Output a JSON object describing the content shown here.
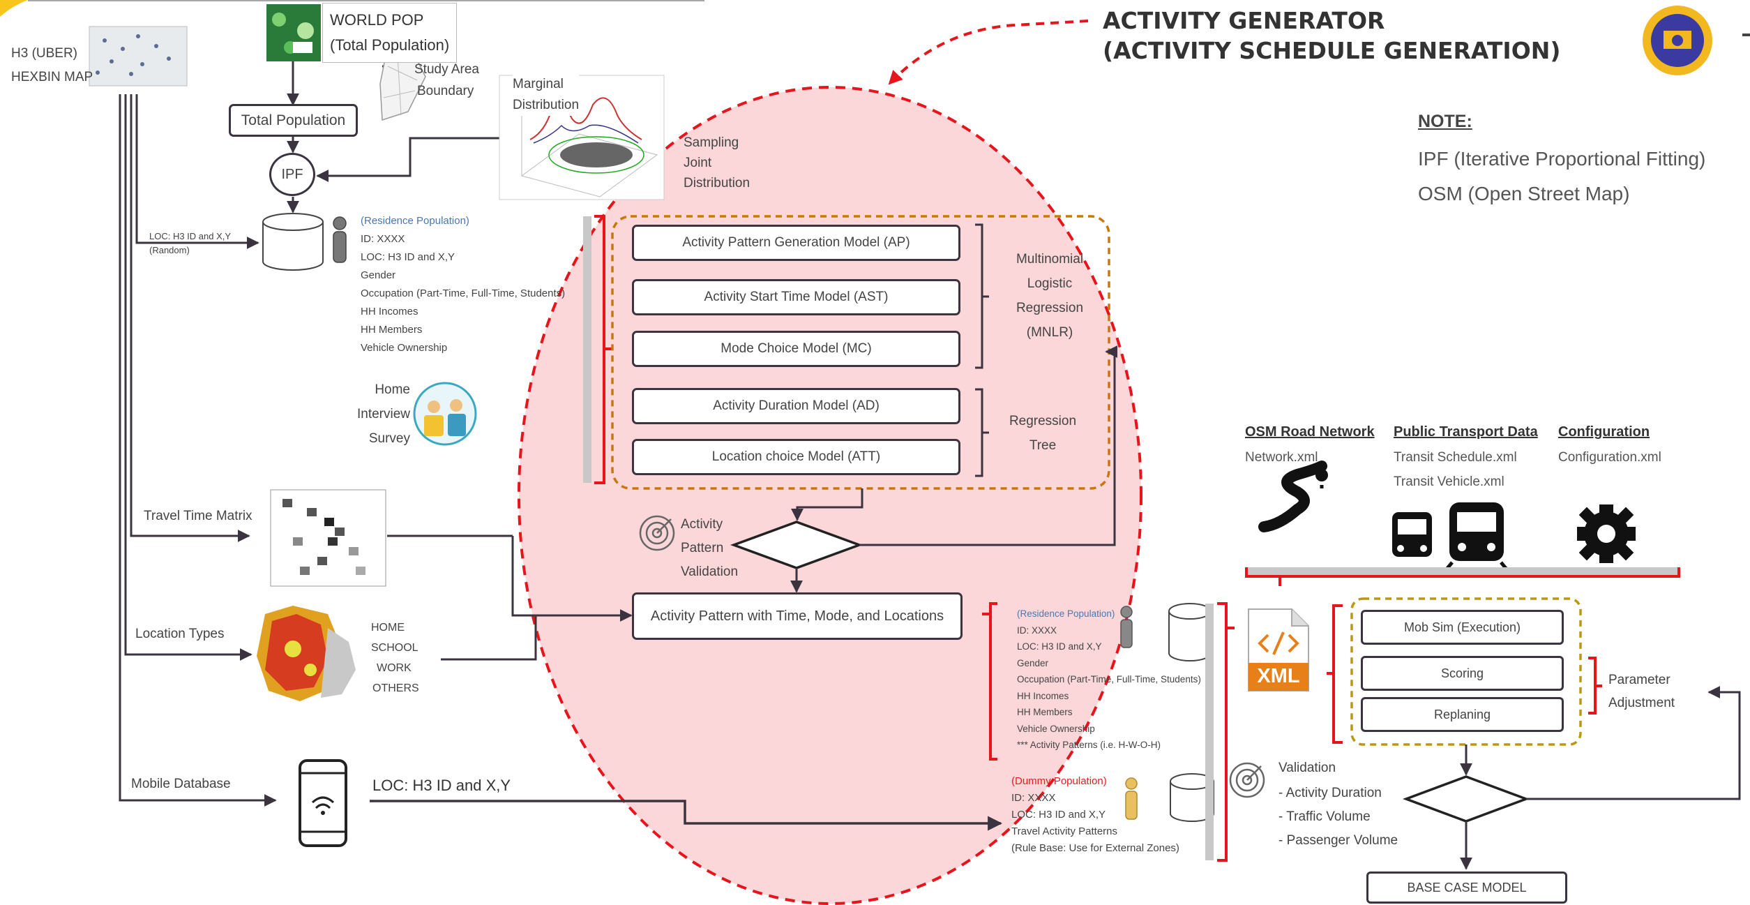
{
  "title": [
    "ACTIVITY GENERATOR",
    "(ACTIVITY SCHEDULE GENERATION)"
  ],
  "note": {
    "heading": "NOTE:",
    "lines": [
      "IPF (Iterative Proportional Fitting)",
      "OSM (Open Street Map)"
    ]
  },
  "inputs": {
    "h3": [
      "H3 (UBER)",
      "HEXBIN MAP"
    ],
    "worldpop": [
      "WORLD POP",
      "(Total Population)"
    ],
    "study_area": [
      "Study Area",
      "Boundary"
    ],
    "total_population": "Total Population",
    "ipf": "IPF",
    "marginal": [
      "Marginal",
      "Distribution"
    ],
    "sampling": [
      "Sampling",
      "Joint",
      "Distribution"
    ],
    "loc_random": [
      "LOC: H3 ID and X,Y",
      "(Random)"
    ]
  },
  "residence": {
    "title": "(Residence Population)",
    "lines": [
      "ID: XXXX",
      "LOC: H3 ID and X,Y",
      "Gender",
      "Occupation (Part-Time, Full-Time, Students)",
      "HH Incomes",
      "HH Members",
      "Vehicle Ownership"
    ]
  },
  "survey": [
    "Home",
    "Interview",
    "Survey"
  ],
  "travel_time_matrix": "Travel Time Matrix",
  "location_types": {
    "label": "Location Types",
    "items": [
      "HOME",
      "SCHOOL",
      "WORK",
      "OTHERS"
    ]
  },
  "mobile": {
    "label": "Mobile Database",
    "loc": "LOC: H3 ID and X,Y"
  },
  "models": {
    "mnlr": [
      "Activity Pattern Generation Model (AP)",
      "Activity Start Time Model (AST)",
      "Mode Choice Model (MC)"
    ],
    "tree": [
      "Activity Duration Model (AD)",
      "Location choice Model (ATT)"
    ],
    "mnlr_label": [
      "Multinomial",
      "Logistic",
      "Regression",
      "(MNLR)"
    ],
    "tree_label": [
      "Regression",
      "Tree"
    ]
  },
  "validation": [
    "Activity",
    "Pattern",
    "Validation"
  ],
  "activity_output": "Activity Pattern with Time, Mode, and Locations",
  "residence2": {
    "title": "(Residence Population)",
    "lines": [
      "ID: XXXX",
      "LOC: H3 ID and X,Y",
      "Gender",
      "Occupation (Part-Time, Full-Time, Students)",
      "HH Incomes",
      "HH Members",
      "Vehicle Ownership",
      "*** Activity Patterns (i.e. H-W-O-H)"
    ]
  },
  "dummy": {
    "title": "(Dummy Population)",
    "lines": [
      "ID: XXXX",
      "LOC: H3 ID and X,Y",
      "Travel Activity Patterns",
      "(Rule Base: Use for External Zones)"
    ]
  },
  "infra": {
    "osm": {
      "head": "OSM Road Network",
      "files": [
        "Network.xml"
      ]
    },
    "pt": {
      "head": "Public Transport Data",
      "files": [
        "Transit Schedule.xml",
        "Transit Vehicle.xml"
      ]
    },
    "config": {
      "head": "Configuration",
      "files": [
        "Configuration.xml"
      ]
    }
  },
  "xml_label": "XML",
  "matsim": {
    "steps": [
      "Mob Sim (Execution)",
      "Scoring",
      "Replaning"
    ],
    "param": [
      "Parameter",
      "Adjustment"
    ]
  },
  "final_validation": {
    "head": "Validation",
    "items": [
      "- Activity Duration",
      "- Traffic Volume",
      "- Passenger Volume"
    ]
  },
  "base_case": "BASE CASE MODEL",
  "colors": {
    "ellipse_fill": "#fbd7d9",
    "dash_red": "#e8141c",
    "dash_orange": "#c8780a",
    "dash_gold": "#b89a10",
    "line": "#3b3340",
    "accent_blue": "#4a78b0"
  }
}
